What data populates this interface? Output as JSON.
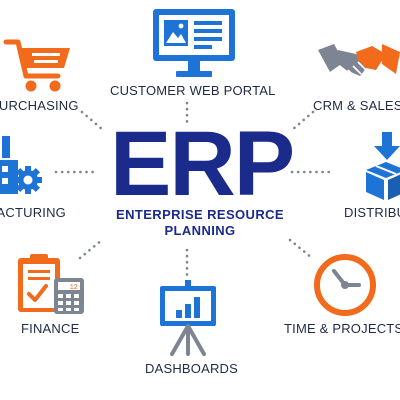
{
  "center": {
    "title": "ERP",
    "subtitle_line1": "ENTERPRISE RESOURCE",
    "subtitle_line2": "PLANNING"
  },
  "nodes": {
    "purchasing": {
      "label": "PURCHASING",
      "icon": "shopping-cart-icon"
    },
    "customer_web_portal": {
      "label": "CUSTOMER WEB PORTAL",
      "icon": "web-portal-monitor-icon"
    },
    "crm_sales": {
      "label": "CRM & SALES",
      "icon": "handshake-icon"
    },
    "manufacturing": {
      "label": "MANUFACTURING",
      "icon": "factory-icon"
    },
    "distribution": {
      "label": "DISTRIBUTION",
      "icon": "boxes-icon"
    },
    "finance": {
      "label": "FINANCE",
      "icon": "clipboard-calculator-icon"
    },
    "dashboards": {
      "label": "DASHBOARDS",
      "icon": "chart-board-icon"
    },
    "time_projects": {
      "label": "TIME & PROJECTS",
      "icon": "clock-icon"
    }
  },
  "colors": {
    "navy": "#1a2b8c",
    "blue": "#1e74d6",
    "orange": "#f26a1b",
    "gray": "#7d8592",
    "text": "#1f2a44"
  }
}
